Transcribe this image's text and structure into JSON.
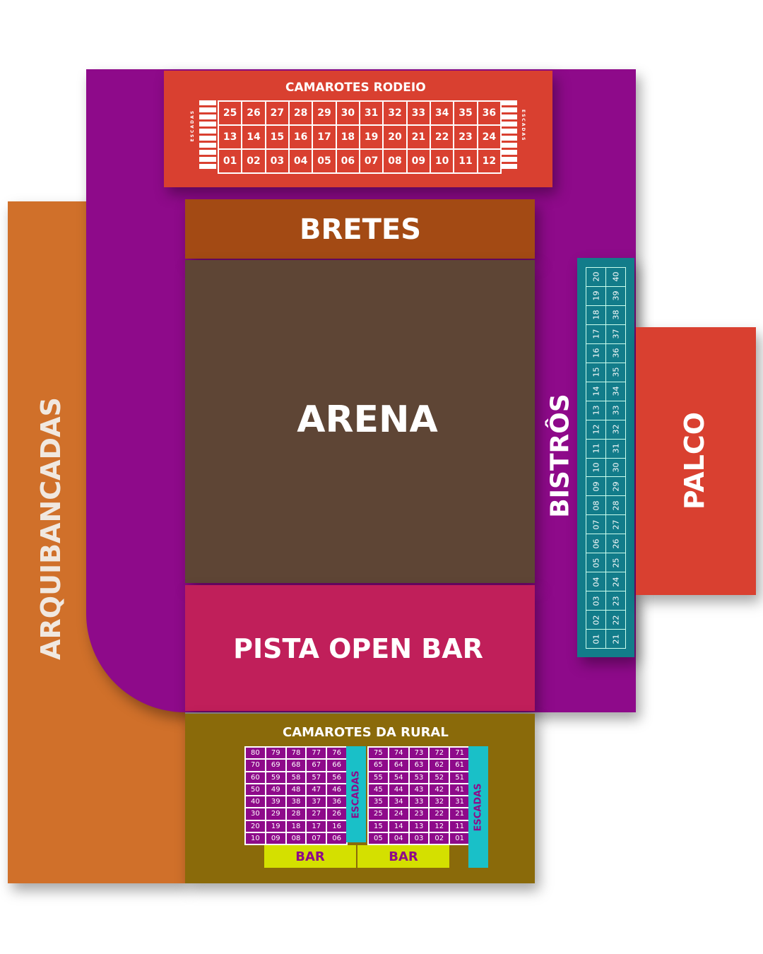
{
  "zones": {
    "arquibancadas": "ARQUIBANCADAS",
    "camarotes_rodeio": "CAMAROTES RODEIO",
    "bretes": "BRETES",
    "arena": "ARENA",
    "pista": "PISTA OPEN BAR",
    "camarotes_rural": "CAMAROTES DA RURAL",
    "bistros": "BISTRÔS",
    "palco": "PALCO",
    "escadas": "ESCADAS",
    "bar": "BAR"
  },
  "rodeio_seats": [
    [
      "25",
      "26",
      "27",
      "28",
      "29",
      "30",
      "31",
      "32",
      "33",
      "34",
      "35",
      "36"
    ],
    [
      "13",
      "14",
      "15",
      "16",
      "17",
      "18",
      "19",
      "20",
      "21",
      "22",
      "23",
      "24"
    ],
    [
      "01",
      "02",
      "03",
      "04",
      "05",
      "06",
      "07",
      "08",
      "09",
      "10",
      "11",
      "12"
    ]
  ],
  "rural_left": [
    [
      "80",
      "79",
      "78",
      "77",
      "76"
    ],
    [
      "70",
      "69",
      "68",
      "67",
      "66"
    ],
    [
      "60",
      "59",
      "58",
      "57",
      "56"
    ],
    [
      "50",
      "49",
      "48",
      "47",
      "46"
    ],
    [
      "40",
      "39",
      "38",
      "37",
      "36"
    ],
    [
      "30",
      "29",
      "28",
      "27",
      "26"
    ],
    [
      "20",
      "19",
      "18",
      "17",
      "16"
    ],
    [
      "10",
      "09",
      "08",
      "07",
      "06"
    ]
  ],
  "rural_right": [
    [
      "75",
      "74",
      "73",
      "72",
      "71"
    ],
    [
      "65",
      "64",
      "63",
      "62",
      "61"
    ],
    [
      "55",
      "54",
      "53",
      "52",
      "51"
    ],
    [
      "45",
      "44",
      "43",
      "42",
      "41"
    ],
    [
      "35",
      "34",
      "33",
      "32",
      "31"
    ],
    [
      "25",
      "24",
      "23",
      "22",
      "21"
    ],
    [
      "15",
      "14",
      "13",
      "12",
      "11"
    ],
    [
      "05",
      "04",
      "03",
      "02",
      "01"
    ]
  ],
  "bistro_seats": [
    [
      "20",
      "40"
    ],
    [
      "19",
      "39"
    ],
    [
      "18",
      "38"
    ],
    [
      "17",
      "37"
    ],
    [
      "16",
      "36"
    ],
    [
      "15",
      "35"
    ],
    [
      "14",
      "34"
    ],
    [
      "13",
      "33"
    ],
    [
      "12",
      "32"
    ],
    [
      "11",
      "31"
    ],
    [
      "10",
      "30"
    ],
    [
      "09",
      "29"
    ],
    [
      "08",
      "28"
    ],
    [
      "07",
      "27"
    ],
    [
      "06",
      "26"
    ],
    [
      "05",
      "25"
    ],
    [
      "04",
      "24"
    ],
    [
      "03",
      "23"
    ],
    [
      "02",
      "22"
    ],
    [
      "01",
      "21"
    ]
  ],
  "colors": {
    "purple": "#8e0a8a",
    "red": "#d94030",
    "orange": "#d0702a",
    "teal": "#127c8a",
    "pink": "#c01f5a"
  }
}
